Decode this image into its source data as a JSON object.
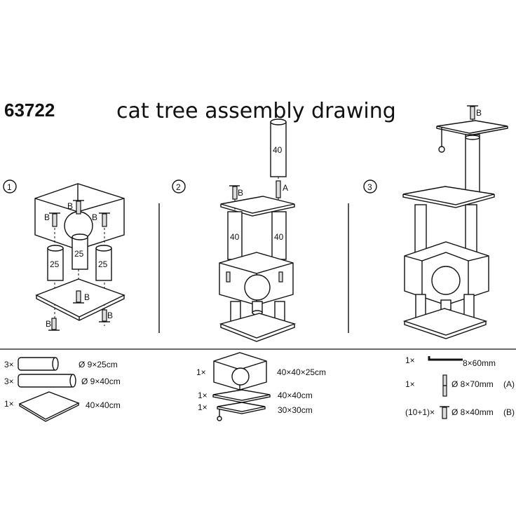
{
  "header": {
    "model": "63722",
    "title": "cat tree assembly drawing"
  },
  "steps": [
    {
      "number": "1",
      "post_label": "25",
      "screw_label": "B"
    },
    {
      "number": "2",
      "post_label": "40",
      "screw_label": "B",
      "screw_a_label": "A"
    },
    {
      "number": "3",
      "screw_label": "B"
    }
  ],
  "parts": {
    "left": [
      {
        "qty": "3×",
        "spec": "Ø 9×25cm"
      },
      {
        "qty": "3×",
        "spec": "Ø 9×40cm"
      },
      {
        "qty": "1×",
        "spec": "40×40cm"
      }
    ],
    "middle": [
      {
        "qty": "1×",
        "spec": "40×40×25cm"
      },
      {
        "qty": "1×",
        "spec": "40×40cm"
      },
      {
        "qty": "1×",
        "spec": "30×30cm"
      }
    ],
    "right": [
      {
        "qty": "1×",
        "spec": "8×60mm",
        "tag": ""
      },
      {
        "qty": "1×",
        "spec": "Ø 8×70mm",
        "tag": "(A)"
      },
      {
        "qty": "(10+1)×",
        "spec": "Ø 8×40mm",
        "tag": "(B)"
      }
    ]
  }
}
